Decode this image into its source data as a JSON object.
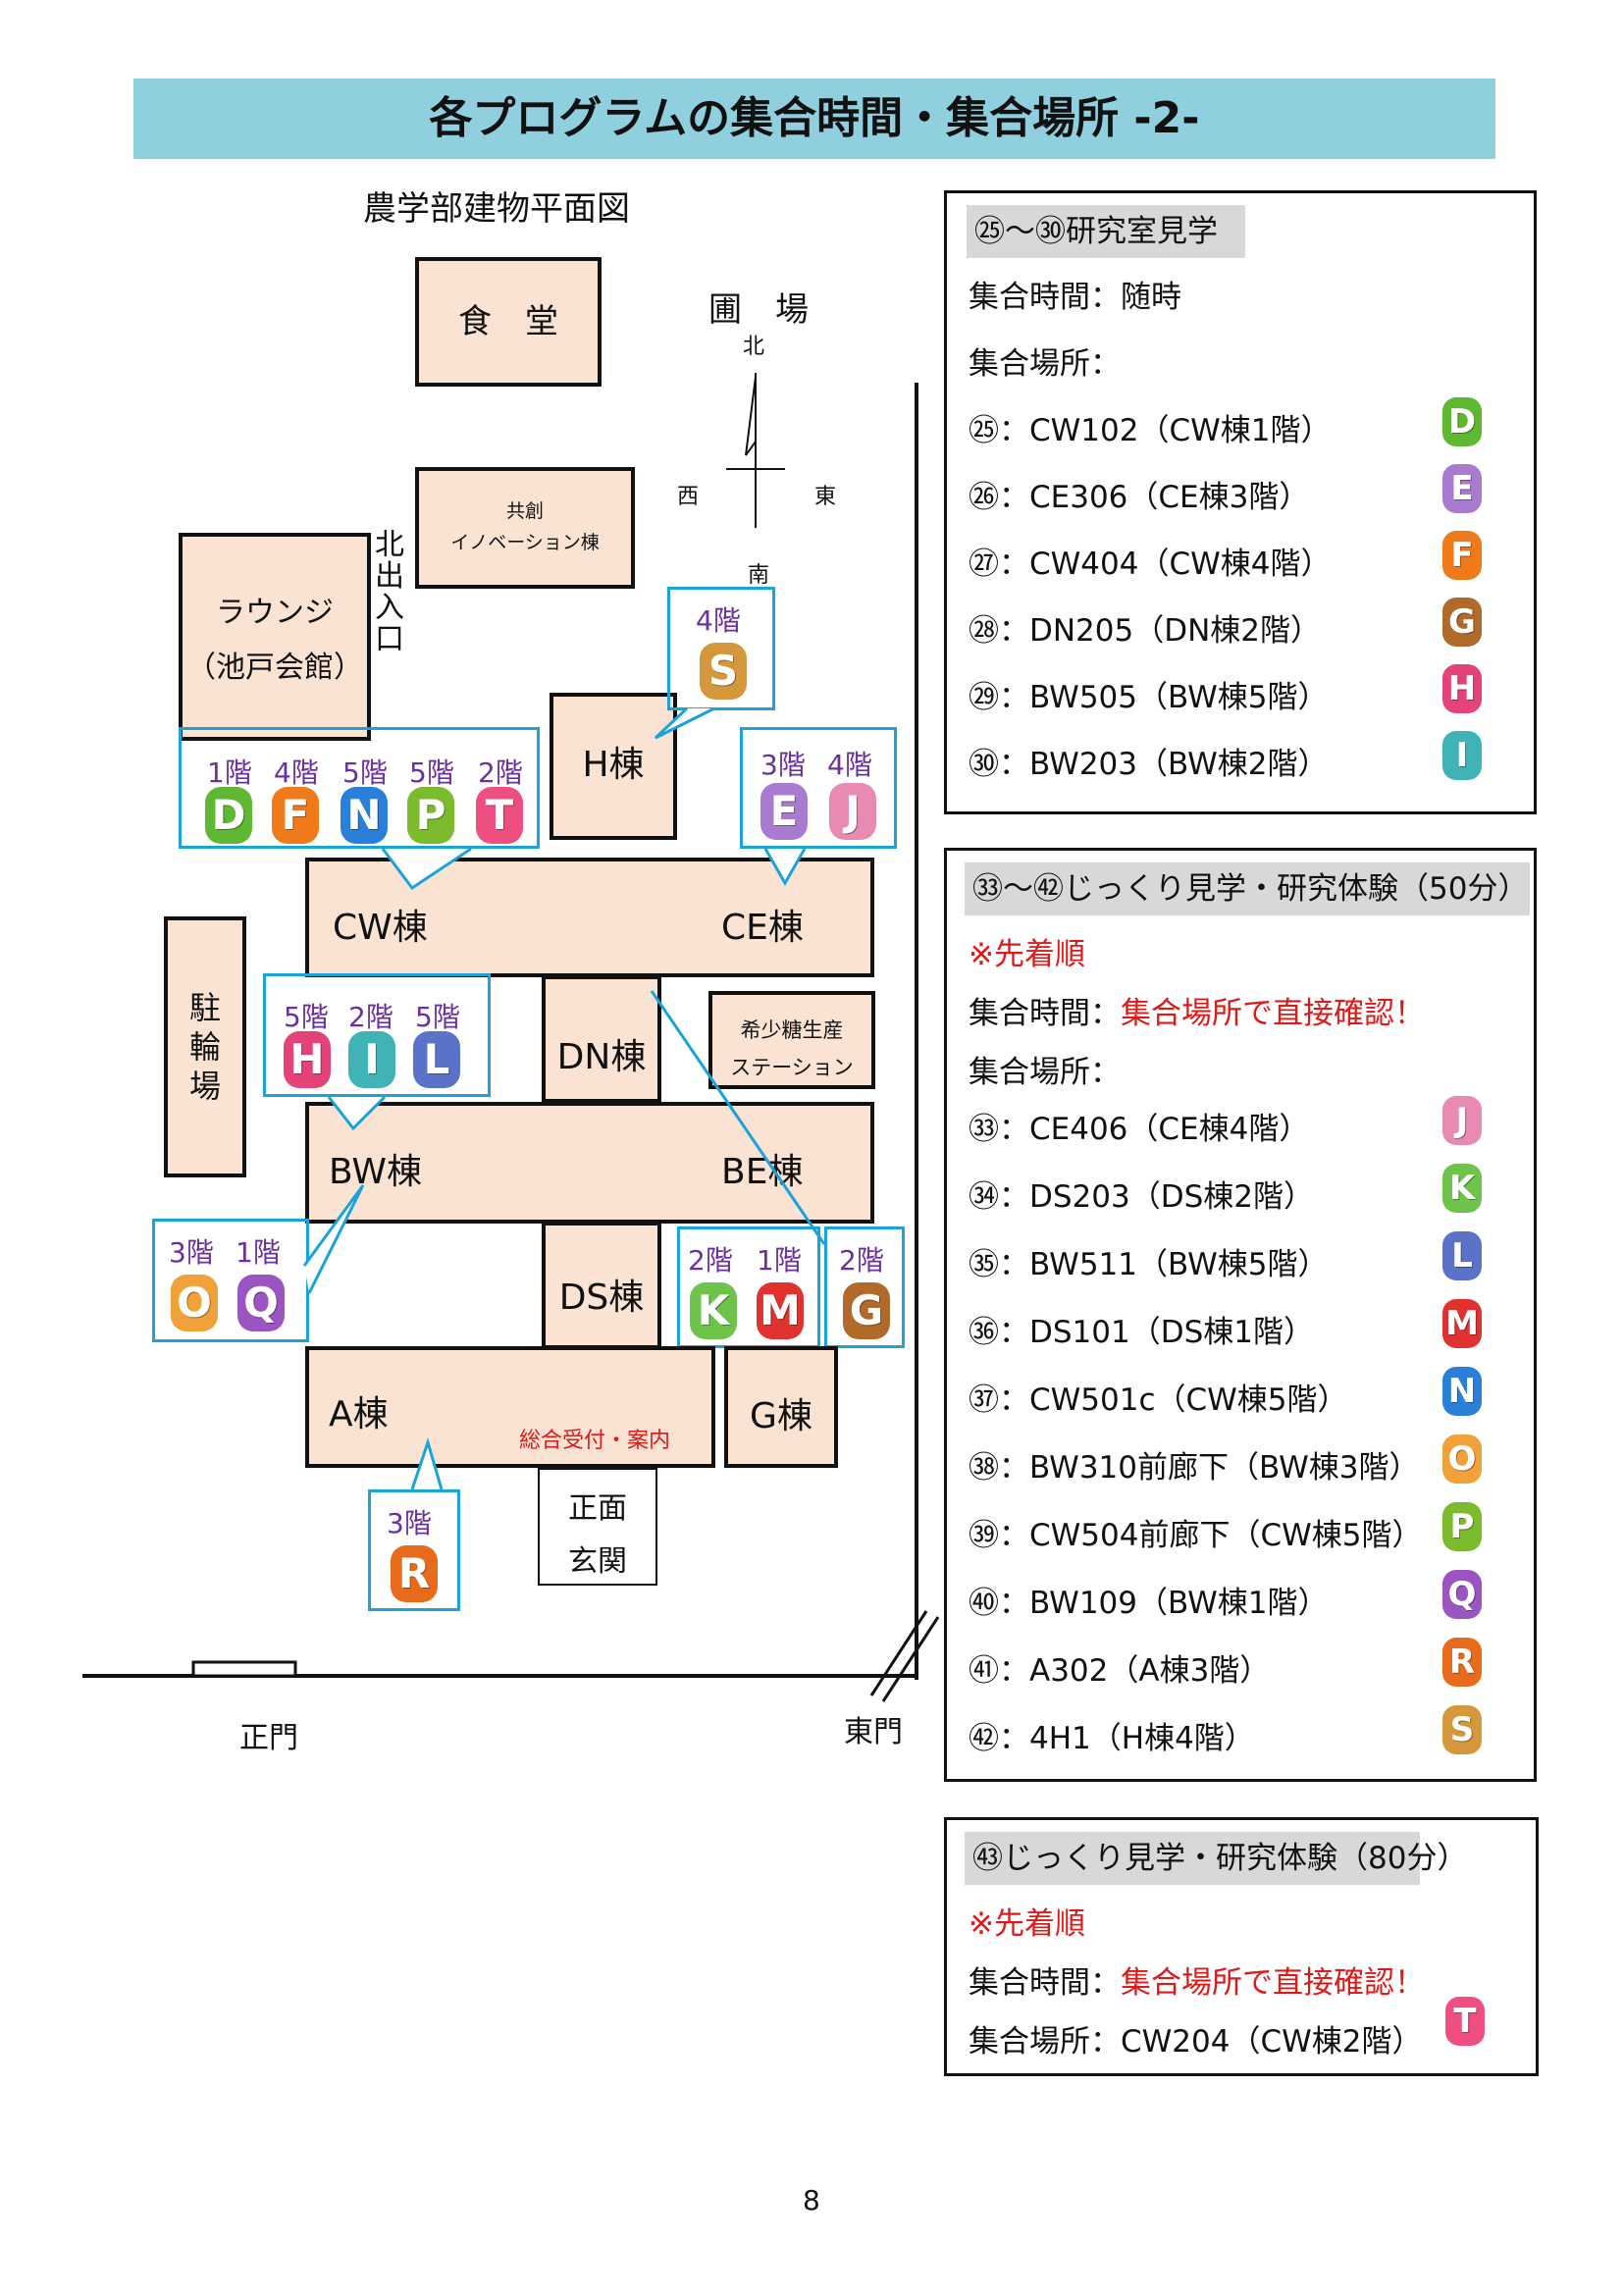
{
  "title": "各プログラムの集合時間・集合場所 -2-",
  "map": {
    "heading": "農学部建物平面図",
    "compass": {
      "north": "北",
      "south": "南",
      "east": "東",
      "west": "西"
    },
    "field": "圃　場",
    "cafeteria": "食　堂",
    "innovation": [
      "共創",
      "イノベーション棟"
    ],
    "lounge": [
      "ラウンジ",
      "（池戸会館）"
    ],
    "north_entrance": "北出入口",
    "h_building": "H棟",
    "cw_building": "CW棟",
    "ce_building": "CE棟",
    "dn_building": "DN棟",
    "rare_sugar": [
      "希少糖生産",
      "ステーション"
    ],
    "bw_building": "BW棟",
    "be_building": "BE棟",
    "ds_building": "DS棟",
    "a_building": "A棟",
    "reception": "総合受付・案内",
    "g_building": "G棟",
    "front_entrance": [
      "正面",
      "玄関"
    ],
    "parking": [
      "駐",
      "輪",
      "場"
    ],
    "main_gate": "正門",
    "east_gate": "東門",
    "callouts": {
      "cw_floors": [
        "1階",
        "4階",
        "5階",
        "5階",
        "2階"
      ],
      "cw_letters": [
        "D",
        "F",
        "N",
        "P",
        "T"
      ],
      "ce_floors": [
        "3階",
        "4階"
      ],
      "ce_letters": [
        "E",
        "J"
      ],
      "h_floor": "4階",
      "h_letter": "S",
      "bw_floors": [
        "5階",
        "2階",
        "5階"
      ],
      "bw_letters": [
        "H",
        "I",
        "L"
      ],
      "a_left_floors": [
        "3階",
        "1階"
      ],
      "a_left_letters": [
        "O",
        "Q"
      ],
      "ds_floors": [
        "2階",
        "1階"
      ],
      "ds_letters": [
        "K",
        "M"
      ],
      "g_floor": "2階",
      "g_letter": "G",
      "a_floor": "3階",
      "a_letter": "R"
    }
  },
  "panel1": {
    "header": "㉕〜㉚研究室見学",
    "time": "集合時間：随時",
    "place": "集合場所：",
    "rows": [
      {
        "text": "㉕：CW102（CW棟1階）",
        "letter": "D"
      },
      {
        "text": "㉖：CE306（CE棟3階）",
        "letter": "E"
      },
      {
        "text": "㉗：CW404（CW棟4階）",
        "letter": "F"
      },
      {
        "text": "㉘：DN205（DN棟2階）",
        "letter": "G"
      },
      {
        "text": "㉙：BW505（BW棟5階）",
        "letter": "H"
      },
      {
        "text": "㉚：BW203（BW棟2階）",
        "letter": "I"
      }
    ]
  },
  "panel2": {
    "header": "㉝〜㊷じっくり見学・研究体験（50分）",
    "note": "※先着順",
    "time_label": "集合時間：",
    "time_value": "集合場所で直接確認！",
    "place": "集合場所：",
    "rows": [
      {
        "text": "㉝：CE406（CE棟4階）",
        "letter": "J"
      },
      {
        "text": "㉞：DS203（DS棟2階）",
        "letter": "K"
      },
      {
        "text": "㉟：BW511（BW棟5階）",
        "letter": "L"
      },
      {
        "text": "㊱：DS101（DS棟1階）",
        "letter": "M"
      },
      {
        "text": "㊲：CW501c（CW棟5階）",
        "letter": "N"
      },
      {
        "text": "㊳：BW310前廊下（BW棟3階）",
        "letter": "O"
      },
      {
        "text": "㊴：CW504前廊下（CW棟5階）",
        "letter": "P"
      },
      {
        "text": "㊵：BW109（BW棟1階）",
        "letter": "Q"
      },
      {
        "text": "㊶：A302（A棟3階）",
        "letter": "R"
      },
      {
        "text": "㊷：4H1（H棟4階）",
        "letter": "S"
      }
    ]
  },
  "panel3": {
    "header": "㊸じっくり見学・研究体験（80分）",
    "note": "※先着順",
    "time_label": "集合時間：",
    "time_value": "集合場所で直接確認！",
    "place": "集合場所：CW204（CW棟2階）",
    "letter": "T"
  },
  "page_number": "8",
  "colors": {
    "title_bar": "#8fcfde",
    "building_fill": "#fbe3d4",
    "callout_border": "#1aa3da",
    "floor_text": "#6b2fa0",
    "emphasis": "#e01818",
    "panel_header": "#d8d8d8"
  }
}
